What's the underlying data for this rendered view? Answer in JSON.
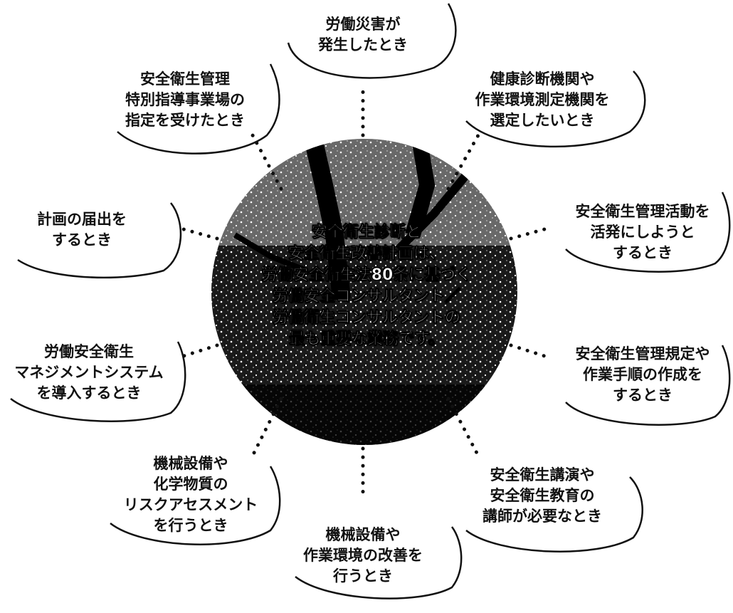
{
  "center": {
    "lines": [
      "安全衛生診断と",
      "安全衛生改善計画は、",
      "労働安全衛生法80条に基づく",
      "労働安全コンサルタント／",
      "労働衛生コンサルタントの",
      "最も重要な業務です。"
    ]
  },
  "bubbles": [
    {
      "id": "top",
      "lines": [
        "労働災害が",
        "発生したとき"
      ]
    },
    {
      "id": "top-left",
      "lines": [
        "安全衛生管理",
        "特別指導事業場の",
        "指定を受けたとき"
      ]
    },
    {
      "id": "top-right",
      "lines": [
        "健康診断機関や",
        "作業環境測定機関を",
        "選定したいとき"
      ]
    },
    {
      "id": "left-upper",
      "lines": [
        "計画の届出を",
        "するとき"
      ]
    },
    {
      "id": "right-upper",
      "lines": [
        "安全衛生管理活動を",
        "活発にしようと",
        "するとき"
      ]
    },
    {
      "id": "left-lower",
      "lines": [
        "労働安全衛生",
        "マネジメントシステム",
        "を導入するとき"
      ]
    },
    {
      "id": "right-lower",
      "lines": [
        "安全衛生管理規定や",
        "作業手順の作成を",
        "するとき"
      ]
    },
    {
      "id": "bottom-left",
      "lines": [
        "機械設備や",
        "化学物質の",
        "リスクアセスメント",
        "を行うとき"
      ]
    },
    {
      "id": "bottom-right",
      "lines": [
        "安全衛生講演や",
        "安全衛生教育の",
        "講師が必要なとき"
      ]
    },
    {
      "id": "bottom",
      "lines": [
        "機械設備や",
        "作業環境の改善を",
        "行うとき"
      ]
    }
  ]
}
